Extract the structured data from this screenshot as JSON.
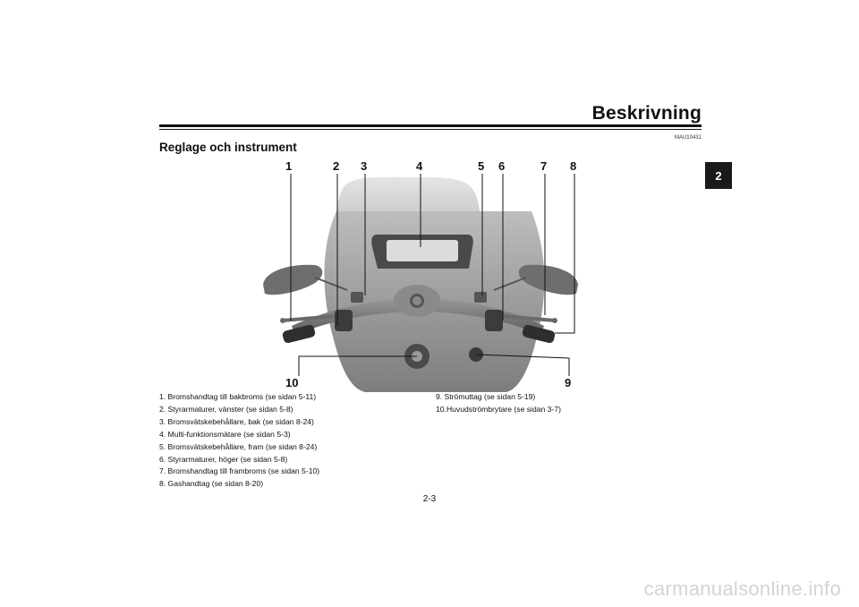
{
  "header": {
    "title": "Beskrivning"
  },
  "chapter_tab": "2",
  "ref_code": "MAU10431",
  "section_title": "Reglage och instrument",
  "figure": {
    "callouts_top": [
      "1",
      "2",
      "3",
      "4",
      "5",
      "6",
      "7",
      "8"
    ],
    "callout_10": "10",
    "callout_9": "9"
  },
  "legend_left": [
    "1.  Bromshandtag till bakbroms (se sidan 5-11)",
    "2.  Styrarmaturer, vänster (se sidan 5-8)",
    "3.  Bromsvätskebehållare, bak (se sidan 8-24)",
    "4.  Multi-funktionsmätare (se sidan 5-3)",
    "5.  Bromsvätskebehållare, fram (se sidan 8-24)",
    "6.  Styrarmaturer, höger (se sidan 5-8)",
    "7.  Bromshandtag till frambroms (se sidan 5-10)",
    "8.  Gashandtag (se sidan 8-20)"
  ],
  "legend_right": [
    "9.  Strömuttag (se sidan 5-19)",
    "10.Huvudströmbrytare (se sidan 3-7)"
  ],
  "page_number": "2-3",
  "watermark": "carmanualsonline.info"
}
